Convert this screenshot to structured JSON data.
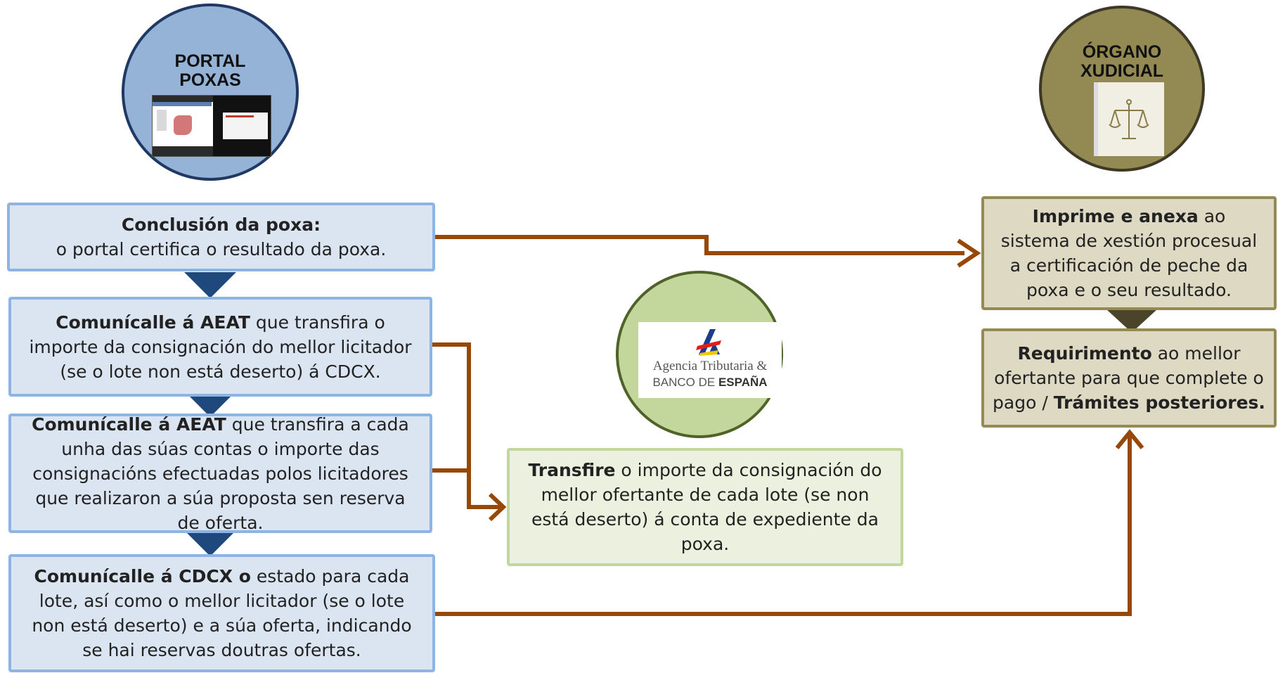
{
  "colors": {
    "blue_fill": "#dbe5f1",
    "blue_border": "#8eb4e3",
    "blue_circle": "#95b3d7",
    "blue_circle_border": "#1f3864",
    "olive_fill": "#ddd9c3",
    "olive_border": "#948a54",
    "olive_circle": "#938953",
    "olive_circle_border": "#3d3926",
    "green_fill": "#ebf1de",
    "green_border": "#c3d69b",
    "green_circle": "#c3d69b",
    "green_circle_border": "#4f6228",
    "connector_triangle": "#1f497d",
    "connector_arrow": "#974706"
  },
  "portal": {
    "line1": "PORTAL",
    "line2": "POXAS",
    "icon": "portal-screenshot-thumbnail"
  },
  "organo": {
    "line1": "ÓRGANO",
    "line2": "XUDICIAL",
    "icon": "scales-of-justice-icon"
  },
  "agency": {
    "line1": "Agencia Tributaria  &",
    "line2a": "BANCO DE ",
    "line2b": "ESPAÑA",
    "icon": "agencia-tributaria-logo"
  },
  "steps": {
    "conclusion": {
      "bold": "Conclusión da poxa:",
      "text": "o portal certifica o resultado da poxa."
    },
    "aeat1": {
      "bold": "Comunícalle á AEAT",
      "text": " que transfira o importe da consignación do mellor licitador (se o lote non está deserto) á CDCX."
    },
    "aeat2": {
      "bold": "Comunícalle á AEAT",
      "text": " que transfira a cada unha das súas contas o importe das consignacións efectuadas polos licitadores que realizaron a súa proposta sen reserva de oferta."
    },
    "cdcx": {
      "bold": "Comunícalle á CDCX o",
      "text": " estado para cada lote, así como o mellor licitador (se o lote non está deserto) e a súa oferta, indicando se hai reservas doutras ofertas."
    }
  },
  "transfire": {
    "bold": "Transfire",
    "text": " o importe da consignación do mellor ofertante de cada lote (se non está deserto) á conta de expediente da poxa."
  },
  "imprime": {
    "bold": "Imprime e anexa",
    "text": " ao sistema de xestión procesual a certificación de peche da poxa e o seu resultado."
  },
  "requirimento": {
    "bold1": "Requirimento",
    "text": " ao mellor ofertante para que complete o pago / ",
    "bold2": "Trámites posteriores."
  }
}
